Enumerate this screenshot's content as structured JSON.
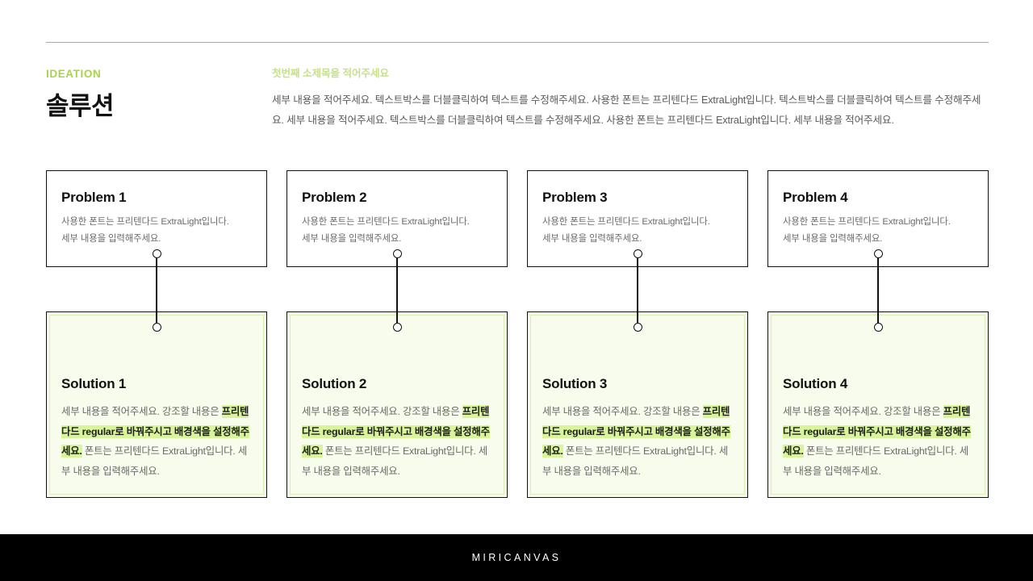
{
  "header": {
    "eyebrow": "IDEATION",
    "title": "솔루션",
    "intro_subtitle": "첫번째 소제목을 적어주세요",
    "intro_body": "세부 내용을 적어주세요. 텍스트박스를 더블클릭하여 텍스트를 수정해주세요. 사용한 폰트는 프리텐다드 ExtraLight입니다. 텍스트박스를 더블클릭하여 텍스트를 수정해주세요. 세부 내용을 적어주세요. 텍스트박스를 더블클릭하여 텍스트를 수정해주세요. 사용한 폰트는 프리텐다드 ExtraLight입니다. 세부 내용을 적어주세요."
  },
  "problems": [
    {
      "title": "Problem 1",
      "line1": "사용한 폰트는 프리텐다드 ExtraLight입니다.",
      "line2": "세부 내용을 입력해주세요."
    },
    {
      "title": "Problem 2",
      "line1": "사용한 폰트는 프리텐다드 ExtraLight입니다.",
      "line2": "세부 내용을 입력해주세요."
    },
    {
      "title": "Problem 3",
      "line1": "사용한 폰트는 프리텐다드 ExtraLight입니다.",
      "line2": "세부 내용을 입력해주세요."
    },
    {
      "title": "Problem 4",
      "line1": "사용한 폰트는 프리텐다드 ExtraLight입니다.",
      "line2": "세부 내용을 입력해주세요."
    }
  ],
  "solutions": [
    {
      "title": "Solution 1",
      "text_before": "세부 내용을 적어주세요. 강조할 내용은 ",
      "text_highlight": "프리텐다드 regular로 바꿔주시고 배경색을 설정해주세요.",
      "text_after": " 폰트는 프리텐다드 ExtraLight입니다. 세부 내용을 입력해주세요."
    },
    {
      "title": "Solution 2",
      "text_before": "세부 내용을 적어주세요. 강조할 내용은 ",
      "text_highlight": "프리텐다드 regular로 바꿔주시고 배경색을 설정해주세요.",
      "text_after": " 폰트는 프리텐다드 ExtraLight입니다. 세부 내용을 입력해주세요."
    },
    {
      "title": "Solution 3",
      "text_before": "세부 내용을 적어주세요. 강조할 내용은 ",
      "text_highlight": "프리텐다드 regular로 바꿔주시고 배경색을 설정해주세요.",
      "text_after": " 폰트는 프리텐다드 ExtraLight입니다. 세부 내용을 입력해주세요."
    },
    {
      "title": "Solution 4",
      "text_before": "세부 내용을 적어주세요. 강조할 내용은 ",
      "text_highlight": "프리텐다드 regular로 바꿔주시고 배경색을 설정해주세요.",
      "text_after": " 폰트는 프리텐다드 ExtraLight입니다. 세부 내용을 입력해주세요."
    }
  ],
  "footer": {
    "brand": "MIRICANVAS"
  },
  "colors": {
    "eyebrow_green": "#a7d44a",
    "subtitle_green": "#c7e08a",
    "highlight_green": "#d9f49a",
    "solution_bg": "#f7fcec",
    "solution_inner_border": "#dbefb4",
    "card_border": "#111111",
    "footer_bg": "#000000",
    "rule_gray": "#a8a8a8"
  }
}
